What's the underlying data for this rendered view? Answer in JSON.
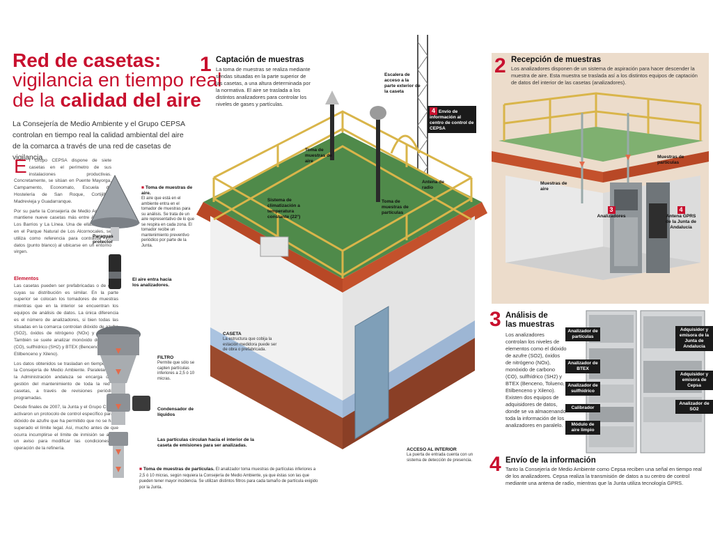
{
  "header": {
    "title_line1": "Red de casetas:",
    "title_line2": "vigilancia en tiempo real",
    "title_line3_prefix": "de la ",
    "title_line3_bold": "calidad del aire",
    "intro": "La Consejería de Medio Ambiente y el Grupo CEPSA controlan en tiempo real la calidad ambiental del aire de la comarca a través de una red de casetas de vigilancia"
  },
  "body": {
    "dropcap": "E",
    "para1": "l Grupo CEPSA dispone de siete casetas en el perímetro de sus instalaciones productivas. Concretamente, se sitúan en Puente Mayorga, Campamento, Economato, Escuela de Hostelería de San Roque, Cortijillos, Madrevieja y Guadarranque.",
    "para2": "Por su parte la Consejería de Medio Ambiente mantiene nueve casetas más entre Algeciras, Los Barrios y La Línea. Una de ellas, situada en el Parque Natural de Los Alcornocales, se utiliza como referencia para contrastar los datos (punto blanco) al ubicarse en un entorno virgen.",
    "elementos_head": "Elementos",
    "para3": "Las casetas pueden ser prefabricadas o de obra, cuyas su distribución es similar. En la parte superior se colocan los tomadores de muestras mientras que en la interior se encuentran los equipos de análisis de datos. La única diferencia es el número de analizadores, si bien todas las situadas en la comarca controlan dióxido de azufre (SO2), óxidos de nitrógeno (NOx) y partículas. También se suele analizar monóxido de carbono (CO), sulfhídrico (SH2) y BTEX (Benceno, Tolueno, Etilbenceno y Xileno).",
    "para4": "Los datos obtenidos se trasladan en tiempo real a la Consejería de Medio Ambiente. Paralelamente, la Administración andaluza se encarga de la gestión del mantenimiento de toda la red de casetas, a través de revisiones periódicas programadas.",
    "para5": "Desde finales de 2007, la Junta y el Grupo CEPSA activaron un protocolo de control específico para el dióxido de azufre que ha permitido que no se haya superado el límite legal. Así, mucho antes de que ocurra incumplirse el límite de inmisión se activa un aviso para modificar las condiciones de operación de la refinería."
  },
  "step1": {
    "num": "1",
    "title": "Captación de muestras",
    "text_a": "La toma de muestras se realiza mediante sendas situadas en la parte superior de las casetas, a una altura determinada por la normativa.",
    "text_b": "El aire se traslada a los distintos analizadores para controlar los niveles de gases y partículas."
  },
  "step2": {
    "num": "2",
    "title": "Recepción de muestras",
    "text": "Los analizadores disponen de un sistema de aspiración para hacer descender la muestra de aire. Esta muestra se traslada así a los distintos equipos de captación de datos del interior de las casetas (analizadores)."
  },
  "step3": {
    "num": "3",
    "title_line1": "Análisis de",
    "title_line2": "las muestras",
    "text": "Los analizadores controlan los niveles de elementos como el dióxido de azufre (SO2), óxidos de nitrógeno (NOx), monóxido de carbono (CO), sulfhídrico (SH2) y BTEX (Benceno, Tolueno, Etilbenceno y Xileno). Existen dos equipos de adquisidores de datos, donde se va almacenando toda la información de los analizadores en paralelo."
  },
  "step4": {
    "num": "4",
    "title": "Envío de la información",
    "text_a": "Tanto la Consejería de Medio Ambiente como Cepsa reciben una señal en tiempo real de los analizadores.",
    "text_b": "Cepsa realiza la transmisión de datos a su centro de control mediante una antena de radio, mientras que la Junta utiliza tecnología GPRS."
  },
  "labels": {
    "toma_aire_title": "Toma de muestras de aire.",
    "toma_aire_text": "El aire que está en el ambiente entra en el tomador de muestras para su análisis. Se trata de un aire representativo de lo que se respira en cada zona. El tomador recibe un mantenimiento preventivo periódico por parte de la Junta.",
    "paraguas": "Paraguas protector",
    "aire_entra": "El aire entra hacia los analizadores.",
    "filtro_title": "FILTRO",
    "filtro_text": "Permite que sólo se capten partículas inferiores a 2,5 ó 10 micras.",
    "condensador": "Condensador de líquidos",
    "particulas_circulan": "Las partículas circulan hacia el interior de la caseta de emisiones para ser analizadas.",
    "toma_part_title": "Toma de muestras de partículas.",
    "toma_part_text": "El analizador toma muestras de partículas inferiores a 2,5 ó 10 micras, según requiera la Consejería de Medio Ambiente, ya que éstas son las que pueden tener mayor incidencia. Se utilizan distintos filtros para cada tamaño de partícula exigido por la Junta.",
    "toma_aire_roof": "Toma de muestras de aire",
    "escalera": "Escalera de acceso a la parte exterior de la caseta",
    "envio_num": "4",
    "envio": "Envío de información al centro de control de CEPSA",
    "antena_radio": "Antena de radio",
    "toma_particulas_roof": "Toma de muestras de partículas",
    "climatizacion": "Sistema de climatización a temperatura constante (22°)",
    "caseta_title": "CASETA",
    "caseta_text": "La estructura que cobija la estación medidora puede ser de obra o prefabricada.",
    "acceso_title": "ACCESO AL INTERIOR",
    "acceso_text": "La puerta de entrada cuenta con un sistema de detección de presencia.",
    "rec_muestras_aire": "Muestras de aire",
    "rec_muestras_part": "Muestras de partículas",
    "rec_analizadores_num": "3",
    "rec_analizadores": "Analizadores",
    "rec_antena_num": "4",
    "rec_antena": "Antena GPRS de la Junta de Andalucía",
    "an_particulas": "Analizador de partículas",
    "an_btex": "Analizador de BTEX",
    "an_sulfhidrico": "Analizador de sulfhídrico",
    "calibrador": "Calibrador",
    "modulo_aire": "Módulo de aire limpio",
    "adq_junta": "Adquisidor y emisora de la Junta de Andalucía",
    "adq_cepsa": "Adquisidor y emisora de Cepsa",
    "an_so2": "Analizador de SO2"
  },
  "colors": {
    "accent_red": "#c8102e",
    "roof_green": "#4f8a4a",
    "roof_edge": "#c4512c",
    "rail_yellow": "#d9b54a",
    "wall_white": "#f2f2f2",
    "wall_blue": "#aac3e0",
    "brick": "#9b4a2d",
    "door": "#7f9fb8"
  }
}
